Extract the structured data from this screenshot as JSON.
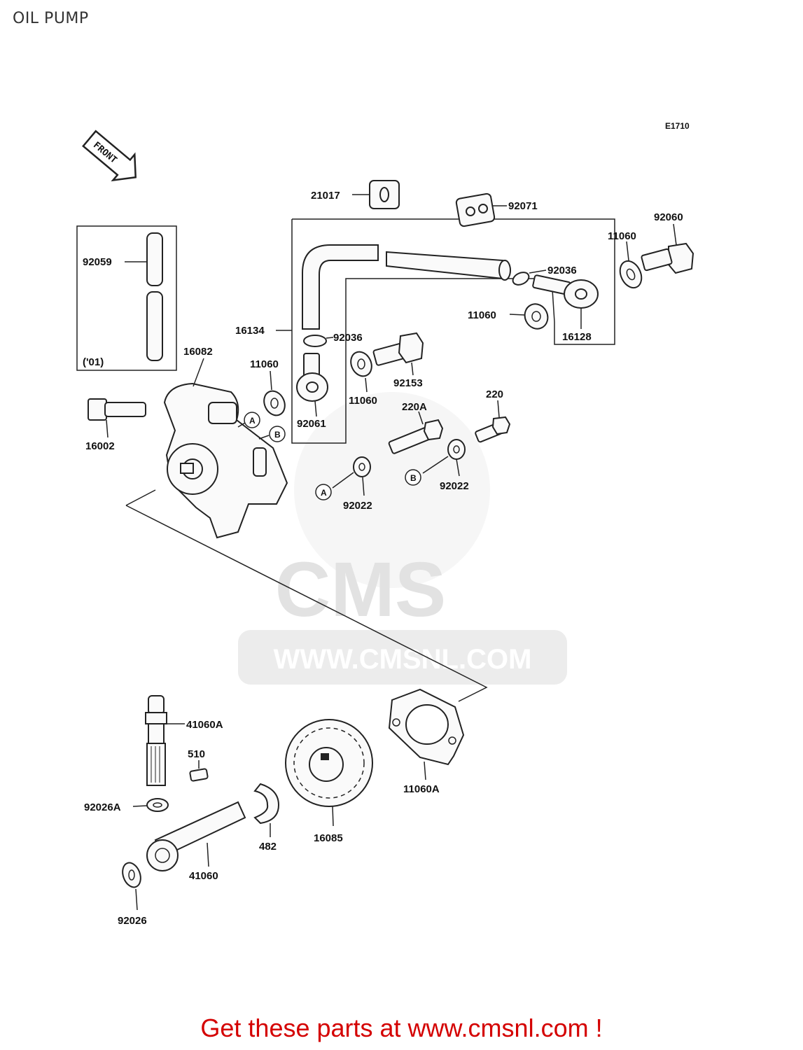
{
  "title": "OIL PUMP",
  "diagram_code": "E1710",
  "front_label": "FRONT",
  "year_note": "('01)",
  "watermark": {
    "logo": "CMS",
    "url": "WWW.CMSNL.COM"
  },
  "callout_letters": {
    "a": "A",
    "b": "B"
  },
  "parts": {
    "p21017": "21017",
    "p92071": "92071",
    "p92060": "92060",
    "p11060_a": "11060",
    "p92036_a": "92036",
    "p11060_b": "11060",
    "p16128": "16128",
    "p92059": "92059",
    "p16134": "16134",
    "p92036_b": "92036",
    "p16082": "16082",
    "p11060_c": "11060",
    "p92153": "92153",
    "p11060_d": "11060",
    "p220A": "220A",
    "p220": "220",
    "p16002": "16002",
    "p92061": "92061",
    "p92022_a": "92022",
    "p92022_b": "92022",
    "p41060A": "41060A",
    "p510": "510",
    "p92026A": "92026A",
    "p11060A": "11060A",
    "p16085": "16085",
    "p482": "482",
    "p41060": "41060",
    "p92026": "92026"
  },
  "footer": "Get these parts at www.cmsnl.com !"
}
